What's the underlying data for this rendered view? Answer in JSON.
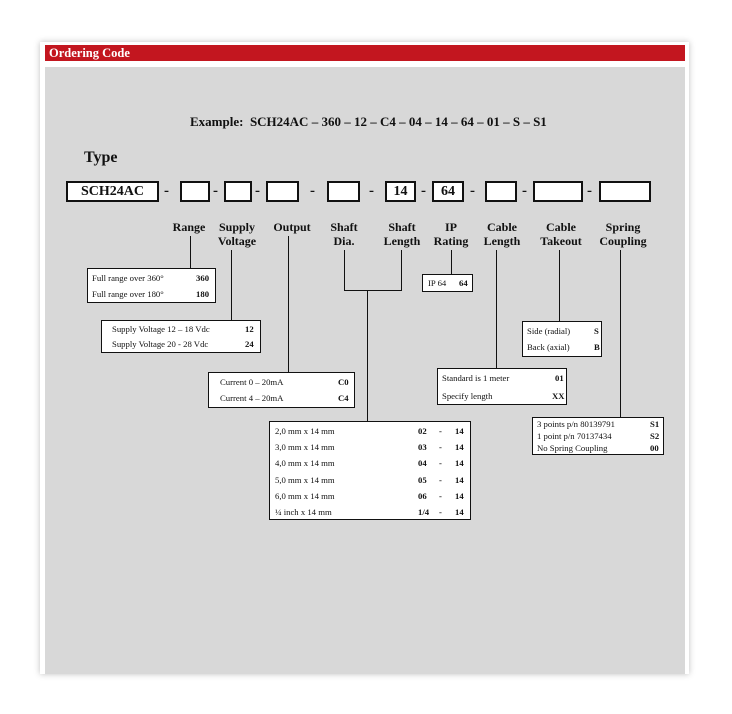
{
  "header": {
    "title": "Ordering Code"
  },
  "example": "Example:  SCH24AC – 360 – 12 – C4 – 04 – 14 – 64 – 01 – S – S1",
  "type_label": "Type",
  "code_boxes": [
    "SCH24AC",
    "",
    "",
    "",
    "",
    "14",
    "64",
    "",
    "",
    ""
  ],
  "columns": {
    "range": "Range",
    "supply_voltage": [
      "Supply",
      "Voltage"
    ],
    "output": "Output",
    "shaft_dia": [
      "Shaft",
      "Dia."
    ],
    "shaft_length": [
      "Shaft",
      "Length"
    ],
    "ip_rating": [
      "IP",
      "Rating"
    ],
    "cable_length": [
      "Cable",
      "Length"
    ],
    "cable_takeout": [
      "Cable",
      "Takeout"
    ],
    "spring_coupling": [
      "Spring",
      "Coupling"
    ]
  },
  "range_options": [
    {
      "label": "Full range over 360°",
      "code": "360"
    },
    {
      "label": "Full range over 180°",
      "code": "180"
    }
  ],
  "supply_options": [
    {
      "label": "Supply Voltage 12 – 18 Vdc",
      "code": "12"
    },
    {
      "label": "Supply Voltage 20 - 28 Vdc",
      "code": "24"
    }
  ],
  "output_options": [
    {
      "label": "Current   0 – 20mA",
      "code": "C0"
    },
    {
      "label": "Current   4 – 20mA",
      "code": "C4"
    }
  ],
  "shaft_options": [
    {
      "label": "2,0 mm  x 14 mm",
      "code": "02",
      "length": "14"
    },
    {
      "label": "3,0 mm  x 14 mm",
      "code": "03",
      "length": "14"
    },
    {
      "label": "4,0 mm  x 14 mm",
      "code": "04",
      "length": "14"
    },
    {
      "label": "5,0 mm  x 14 mm",
      "code": "05",
      "length": "14"
    },
    {
      "label": "6,0 mm  x 14 mm",
      "code": "06",
      "length": "14"
    },
    {
      "label": "¼ inch  x 14 mm",
      "code": "1/4",
      "length": "14"
    }
  ],
  "ip_option": {
    "label": "IP 64",
    "code": "64"
  },
  "cable_length_options": [
    {
      "label": "Standard is 1 meter",
      "code": "01"
    },
    {
      "label": "Specify length",
      "code": "XX"
    }
  ],
  "cable_takeout_options": [
    {
      "label": "Side  (radial)",
      "code": "S"
    },
    {
      "label": "Back (axial)",
      "code": "B"
    }
  ],
  "spring_options": [
    {
      "label": "3 points  p/n 80139791",
      "code": "S1"
    },
    {
      "label": "1 point   p/n 70137434",
      "code": "S2"
    },
    {
      "label": "No Spring Coupling",
      "code": "00"
    }
  ]
}
